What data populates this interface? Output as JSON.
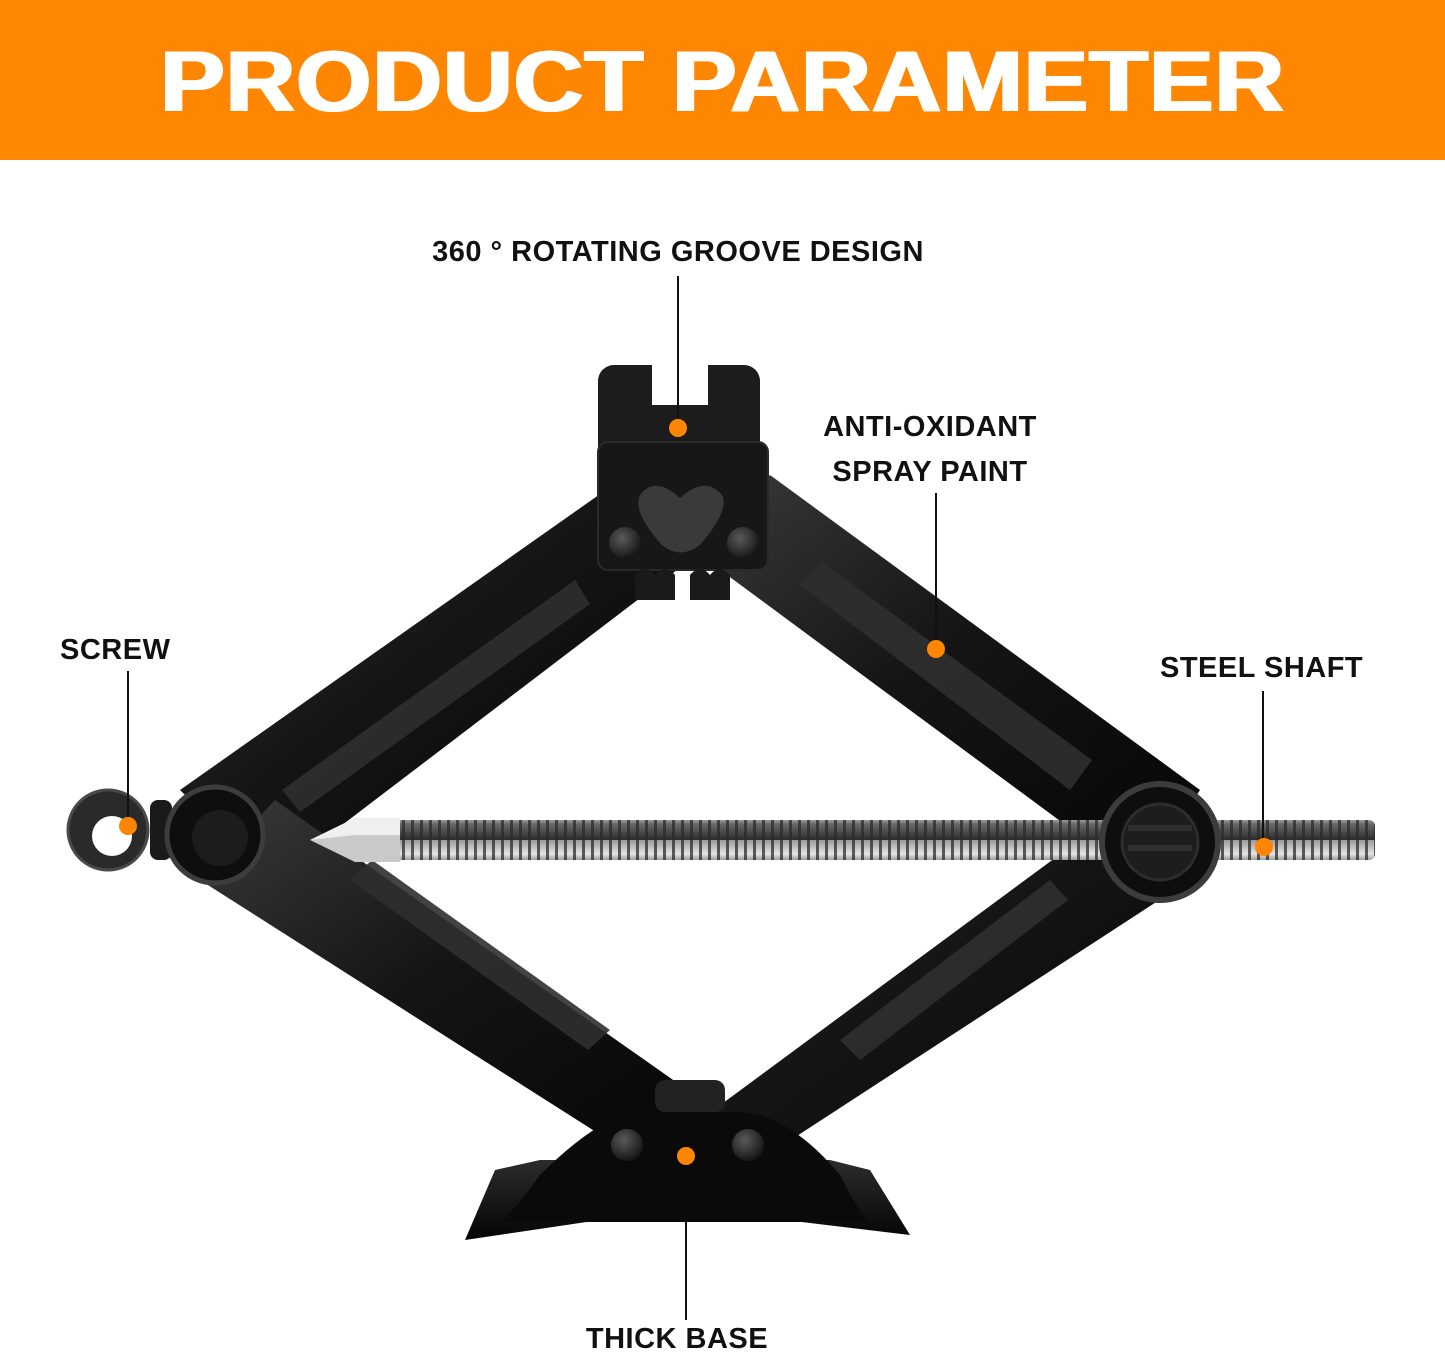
{
  "header": {
    "title": "PRODUCT PARAMETER",
    "background_color": "#ff8600",
    "text_color": "#ffffff"
  },
  "product": {
    "type": "scissor jack",
    "body_color": "#141414",
    "callout_dot_color": "#ff8600"
  },
  "callouts": [
    {
      "id": "groove",
      "label": "360 ° ROTATING GROOVE DESIGN"
    },
    {
      "id": "paint",
      "label_line1": "ANTI-OXIDANT",
      "label_line2": "SPRAY PAINT"
    },
    {
      "id": "screw",
      "label": "SCREW"
    },
    {
      "id": "shaft",
      "label": "STEEL SHAFT"
    },
    {
      "id": "base",
      "label": "THICK BASE"
    }
  ]
}
